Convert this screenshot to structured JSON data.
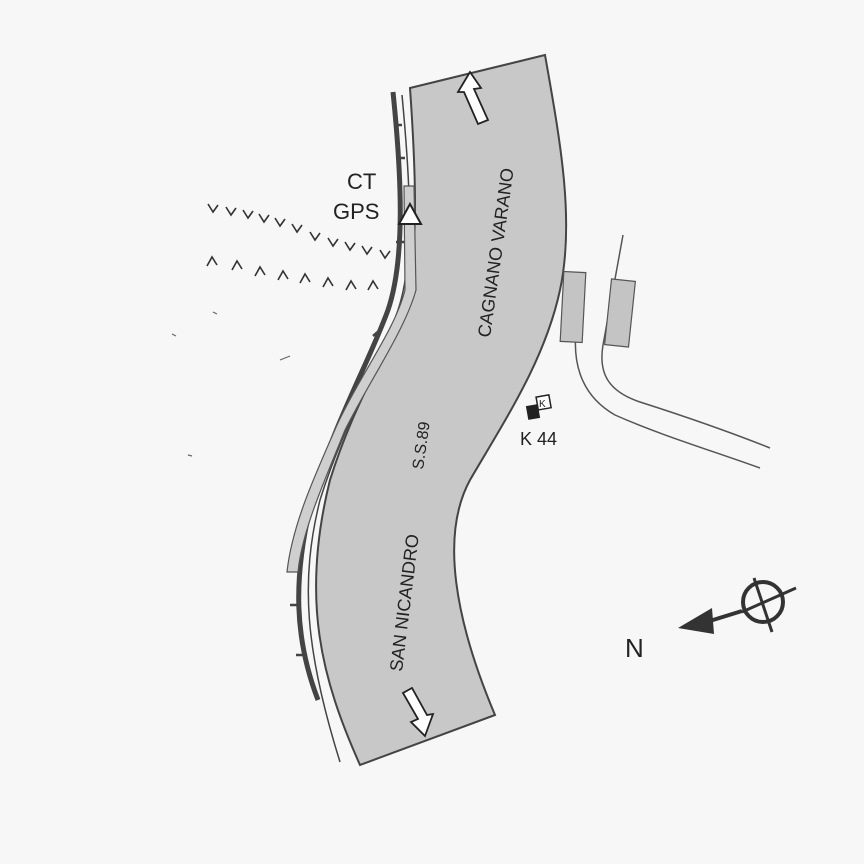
{
  "labels": {
    "ct": "CT",
    "gps": "GPS",
    "road_north": "CAGNANO VARANO",
    "road_south": "SAN NICANDRO",
    "road_name": "S.S.89",
    "km_marker": "K 44",
    "km_sign_letter": "K",
    "north": "N"
  },
  "icons": {
    "gps_station": "triangle-icon",
    "compass": "crosshair-north-arrow-icon",
    "direction": "arrow-icon"
  },
  "colors": {
    "road_fill": "#c8c8c8",
    "background": "#f7f7f7",
    "ink": "#333333",
    "building": "#c4c4c4"
  }
}
